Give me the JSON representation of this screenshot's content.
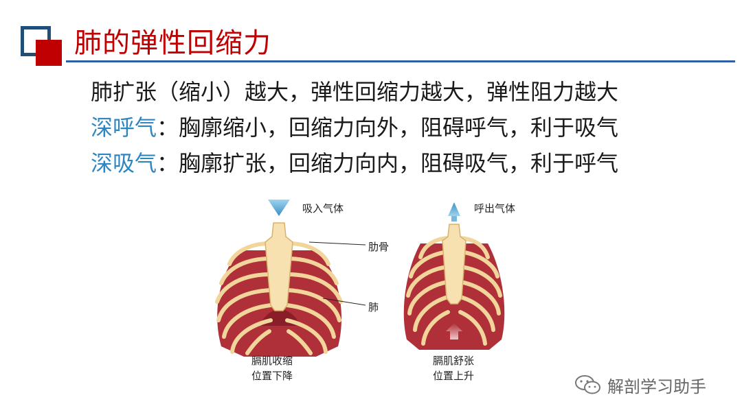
{
  "slide": {
    "title": "肺的弹性回缩力",
    "lines": [
      {
        "text": "肺扩张（缩小）越大，弹性回缩力越大，弹性阻力越大"
      },
      {
        "prefix": "深呼气",
        "text": "：胸廓缩小，回缩力向外，阻碍呼气，利于吸气"
      },
      {
        "prefix": "深吸气",
        "text": "：胸廓扩张，回缩力向内，阻碍吸气，利于呼气"
      }
    ]
  },
  "figure": {
    "left": {
      "arrow_label": "吸入气体",
      "rib_label": "肋骨",
      "lung_label": "肺",
      "diaphragm_line1": "膈肌收缩",
      "diaphragm_line2": "位置下降"
    },
    "right": {
      "arrow_label": "呼出气体",
      "diaphragm_line1": "膈肌舒张",
      "diaphragm_line2": "位置上升"
    }
  },
  "watermark": {
    "text": "解剖学习助手",
    "icon": "wechat-icon"
  },
  "colors": {
    "title": "#c00000",
    "rule": "#2e5ea8",
    "accent": "#2e86c1",
    "muscle": "#b0303a",
    "bone": "#f2d59a"
  }
}
